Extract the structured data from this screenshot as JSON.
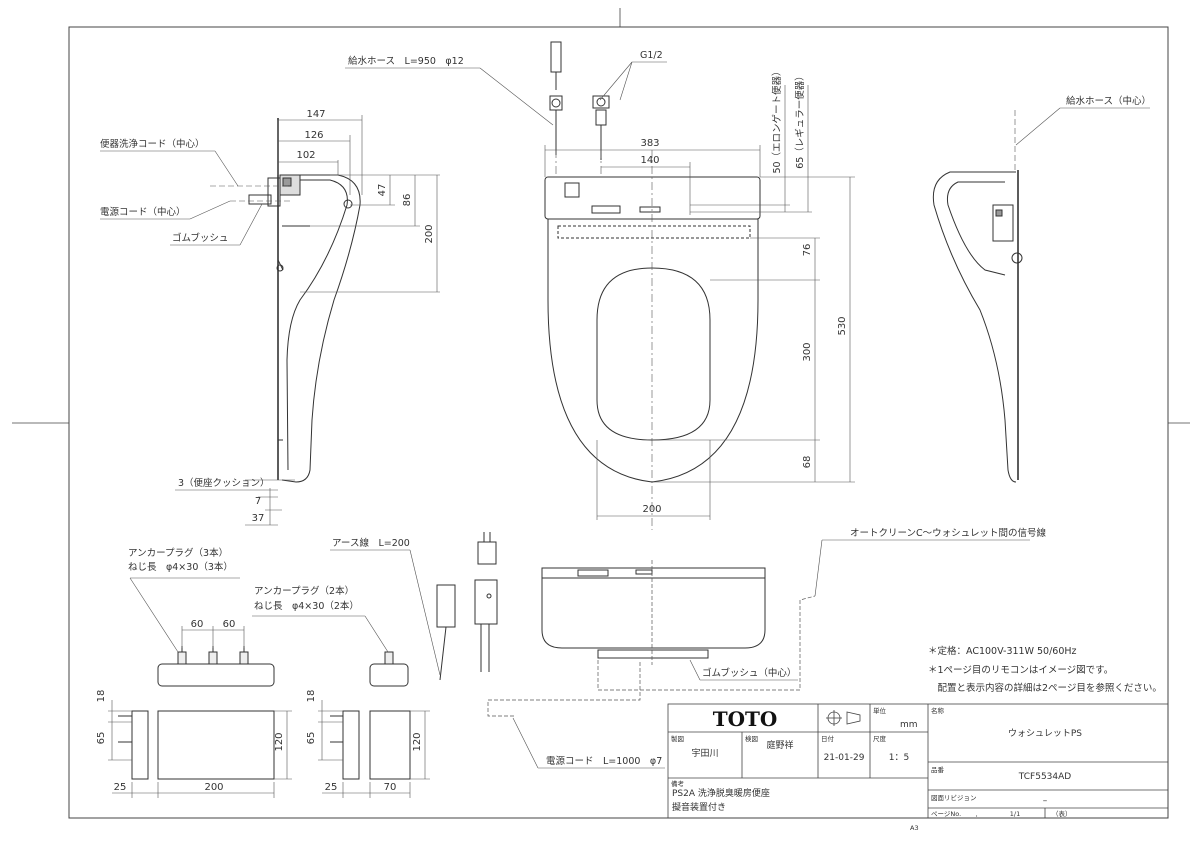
{
  "labels": {
    "supply_hose": "給水ホース　L=950　φ12",
    "g12": "G1/2",
    "supply_hose_center": "給水ホース（中心）",
    "bowl_wash_cord": "便器洗浄コード（中心）",
    "power_cord_center": "電源コード（中心）",
    "rubber_bush": "ゴムブッシュ",
    "cushion": "3（便座クッション）",
    "elongate": "50（エロンゲート便器）",
    "regular": "65（レギュラー便器）",
    "auto_clean": "オートクリーンC～ウォシュレット間の信号線",
    "anchor3_a": "アンカープラグ（3本）",
    "anchor3_b": "ねじ長　φ4×30（3本）",
    "anchor2_a": "アンカープラグ（2本）",
    "anchor2_b": "ねじ長　φ4×30（2本）",
    "earth": "アース線　L=200",
    "rubber_bush_center": "ゴムブッシュ（中心）",
    "power_cord_len": "電源コード　L=1000　φ7"
  },
  "dims": {
    "d147": "147",
    "d126": "126",
    "d102": "102",
    "d47": "47",
    "d86": "86",
    "d200_side": "200",
    "d7": "7",
    "d37": "37",
    "d383": "383",
    "d140": "140",
    "d76": "76",
    "d300": "300",
    "d68": "68",
    "d530": "530",
    "d200_bottom": "200",
    "d60a": "60",
    "d60b": "60",
    "d18a": "18",
    "d65a": "65",
    "d120a": "120",
    "d25a": "25",
    "d200_rc": "200",
    "d18b": "18",
    "d65b": "65",
    "d120b": "120",
    "d25b": "25",
    "d70": "70"
  },
  "notes": {
    "n1": "＊定格：AC100V-311W 50/60Hz",
    "n2": "＊1ページ目のリモコンはイメージ図です。",
    "n3": "　配置と表示内容の詳細は2ページ目を参照ください。"
  },
  "title_block": {
    "logo": "TOTO",
    "unit_label": "単位",
    "unit": "mm",
    "name_label": "名称",
    "name": "ウォシュレットPS",
    "drafter_label": "製図",
    "drafter": "宇田川",
    "checker_label": "検図",
    "checker": "庭野祥",
    "date_label": "日付",
    "date": "21-01-29",
    "scale_label": "尺度",
    "scale": "1：5",
    "part_label": "品番",
    "part": "TCF5534AD",
    "remarks_label": "備考",
    "remark1": "PS2A 洗浄脱臭暖房便座",
    "remark2": "擬音装置付き",
    "revision_label": "図面リビジョン",
    "revision": "–",
    "sheet": "A3",
    "page_label": "ページNo.",
    "page_value": "．",
    "page": "1/1",
    "page_extra": "（表）"
  }
}
